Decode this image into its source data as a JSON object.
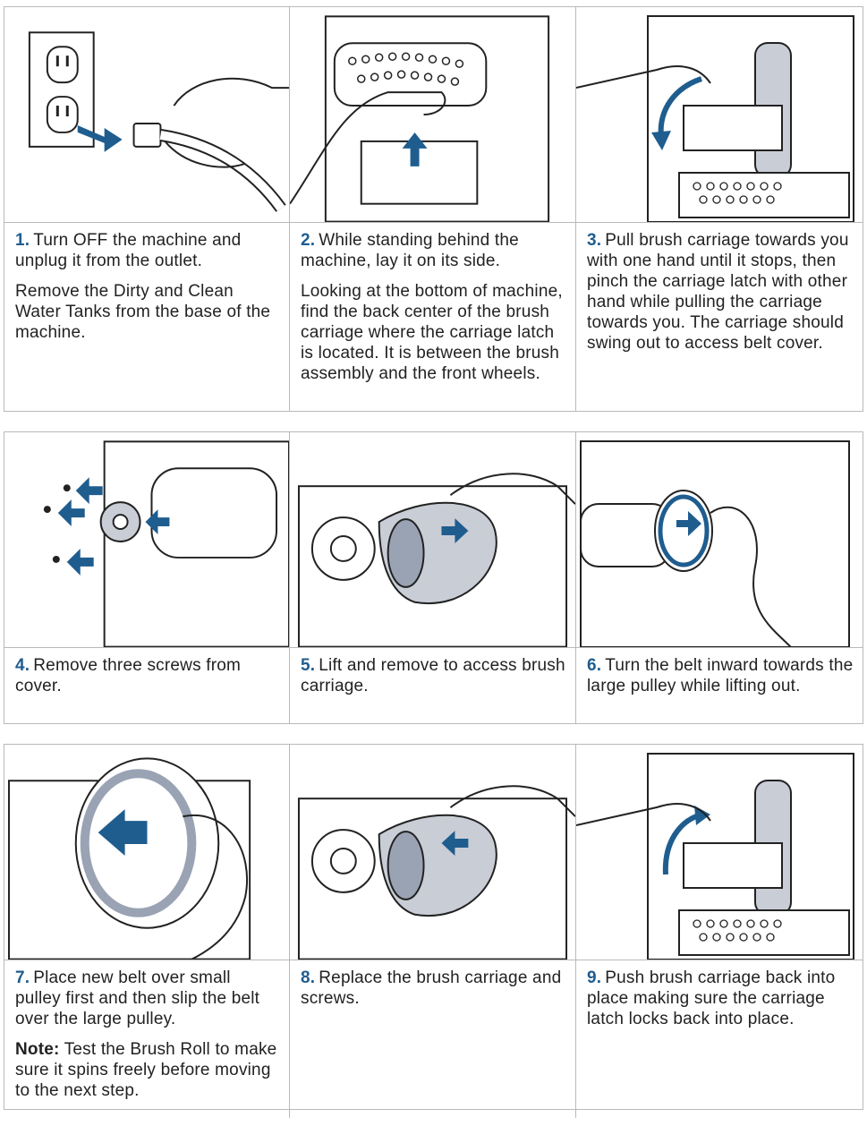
{
  "colors": {
    "accent": "#1f5d8f",
    "border": "#b9b9b9",
    "text": "#222222"
  },
  "steps": [
    {
      "number": "1.",
      "paragraphs": [
        "Turn OFF the machine and unplug it from the outlet.",
        "Remove the Dirty and Clean Water Tanks from the base of the machine."
      ],
      "illustration": "unplug-outlet-illustration"
    },
    {
      "number": "2.",
      "paragraphs": [
        "While standing behind the machine, lay it on its side.",
        "Looking at the bottom of machine, find the back center of the brush carriage where the carriage latch is located. It is between the brush assembly and the front wheels."
      ],
      "illustration": "carriage-latch-illustration"
    },
    {
      "number": "3.",
      "paragraphs": [
        "Pull brush carriage towards you with one hand until it stops, then pinch the carriage latch with other hand while pulling the carriage towards you. The carriage should swing out to access belt cover."
      ],
      "illustration": "swing-carriage-out-illustration"
    },
    {
      "number": "4.",
      "paragraphs": [
        "Remove three screws from cover."
      ],
      "illustration": "remove-screws-illustration"
    },
    {
      "number": "5.",
      "paragraphs": [
        "Lift and remove to access brush carriage."
      ],
      "illustration": "lift-cover-illustration"
    },
    {
      "number": "6.",
      "paragraphs": [
        "Turn the belt inward towards the large pulley while lifting out."
      ],
      "illustration": "remove-belt-illustration"
    },
    {
      "number": "7.",
      "paragraphs": [
        "Place new belt over small pulley first and then slip the belt over the large pulley."
      ],
      "note_label": "Note:",
      "note_text": "Test the Brush Roll to make sure it spins freely before moving to the next step.",
      "illustration": "install-belt-illustration"
    },
    {
      "number": "8.",
      "paragraphs": [
        "Replace the brush carriage and screws."
      ],
      "illustration": "replace-cover-illustration"
    },
    {
      "number": "9.",
      "paragraphs": [
        "Push brush carriage back into place making sure the carriage latch locks back into place."
      ],
      "illustration": "push-carriage-back-illustration"
    }
  ]
}
